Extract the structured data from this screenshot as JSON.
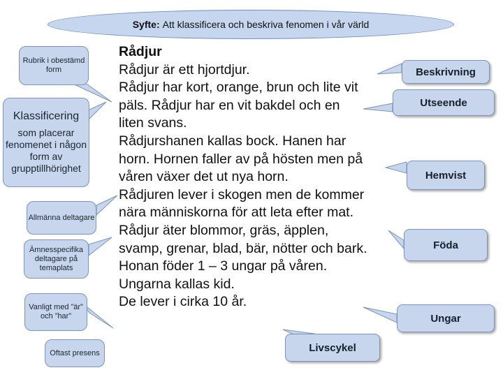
{
  "header": {
    "lead": "Syfte:",
    "text": "Att klassificera och beskriva fenomen i vår värld"
  },
  "left_callouts": {
    "rubrik": "Rubrik i obestämd form",
    "klassificering_title": "Klassificering",
    "klassificering_text": "som placerar fenomenet i någon form av grupptillhörighet",
    "allmanna": "Allmänna deltagare",
    "amnesspecifika": "Ämnesspecifika deltagare på temaplats",
    "vanligt": "Vanligt med ”är” och ”har”",
    "oftast": "Oftast presens"
  },
  "main_text": {
    "title": "Rådjur",
    "lines": [
      "Rådjur är ett hjortdjur.",
      "Rådjur har kort, orange, brun och lite vit",
      "päls. Rådjur har en vit bakdel och en",
      "liten svans.",
      "Rådjurshanen kallas bock. Hanen har",
      "horn. Hornen faller av på hösten men på",
      "våren växer det ut nya horn.",
      "Rådjuren lever i skogen men de kommer",
      "nära människorna för att leta efter mat.",
      "Rådjur äter blommor, gräs, äpplen,",
      "svamp, grenar, blad, bär, nötter och bark.",
      "Honan föder 1 – 3 ungar på våren.",
      "Ungarna kallas kid.",
      "De lever i cirka 10 år."
    ]
  },
  "right_labels": {
    "beskrivning": "Beskrivning",
    "utseende": "Utseende",
    "hemvist": "Hemvist",
    "foda": "Föda",
    "ungar": "Ungar",
    "livscykel": "Livscykel"
  }
}
